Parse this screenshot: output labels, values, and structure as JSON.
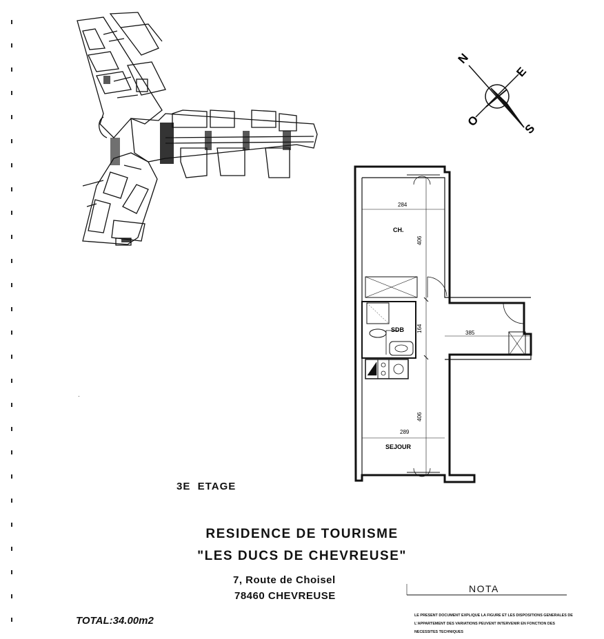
{
  "document": {
    "floor_label": "3E  ETAGE",
    "title_line1": "RESIDENCE DE TOURISME",
    "title_line2": "\"LES DUCS DE CHEVREUSE\"",
    "address_line1": "7, Route de Choisel",
    "address_line2": "78460 CHEVREUSE",
    "total": "TOTAL:34.00m2",
    "nota_heading": "NOTA",
    "nota_text": "Le present document explique la figure et les dispositions generales de l'appartement des variations peuvent intervenir en fonction des necessites techniques"
  },
  "compass": {
    "north": "N",
    "east": "E",
    "west": "O",
    "south": "S"
  },
  "plan": {
    "rooms": {
      "bedroom": "CH.",
      "bathroom": "SDB",
      "living": "SEJOUR"
    },
    "dimensions": {
      "bedroom_width": "284",
      "bedroom_depth": "406",
      "hall_width": "385",
      "bath_depth": "164",
      "living_width": "289",
      "living_depth": "406"
    }
  }
}
